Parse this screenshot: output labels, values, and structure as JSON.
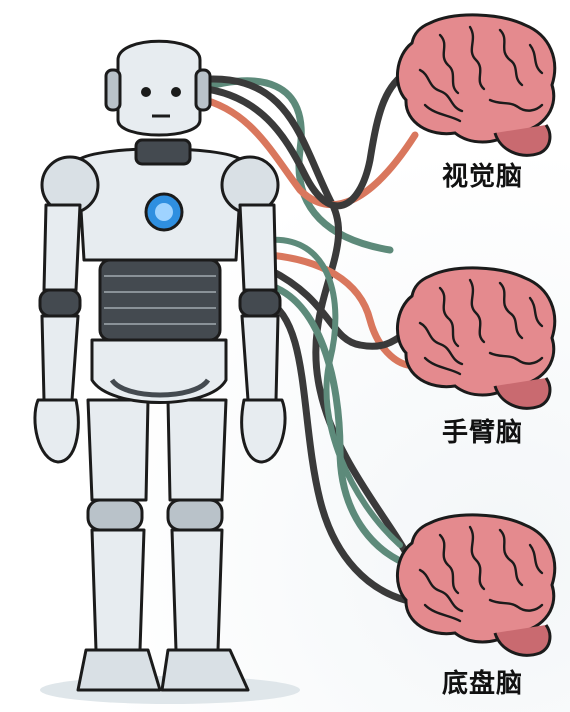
{
  "labels": {
    "brain_top": "视觉脑",
    "brain_middle": "手臂脑",
    "brain_bottom": "底盘脑"
  },
  "colors": {
    "robot_body": "#e7ecf0",
    "robot_outline": "#1b1b1b",
    "robot_dark_band": "#444a50",
    "chest_light": "#2f8fe0",
    "brain_fill": "#e48a8e",
    "brain_shadow": "#c96a70",
    "cable_dark": "#3a3a3a",
    "cable_orange": "#d9775d",
    "cable_teal": "#5d8a7a"
  },
  "icons": {
    "robot": "humanoid-robot-illustration",
    "brains": "brain-icon"
  }
}
